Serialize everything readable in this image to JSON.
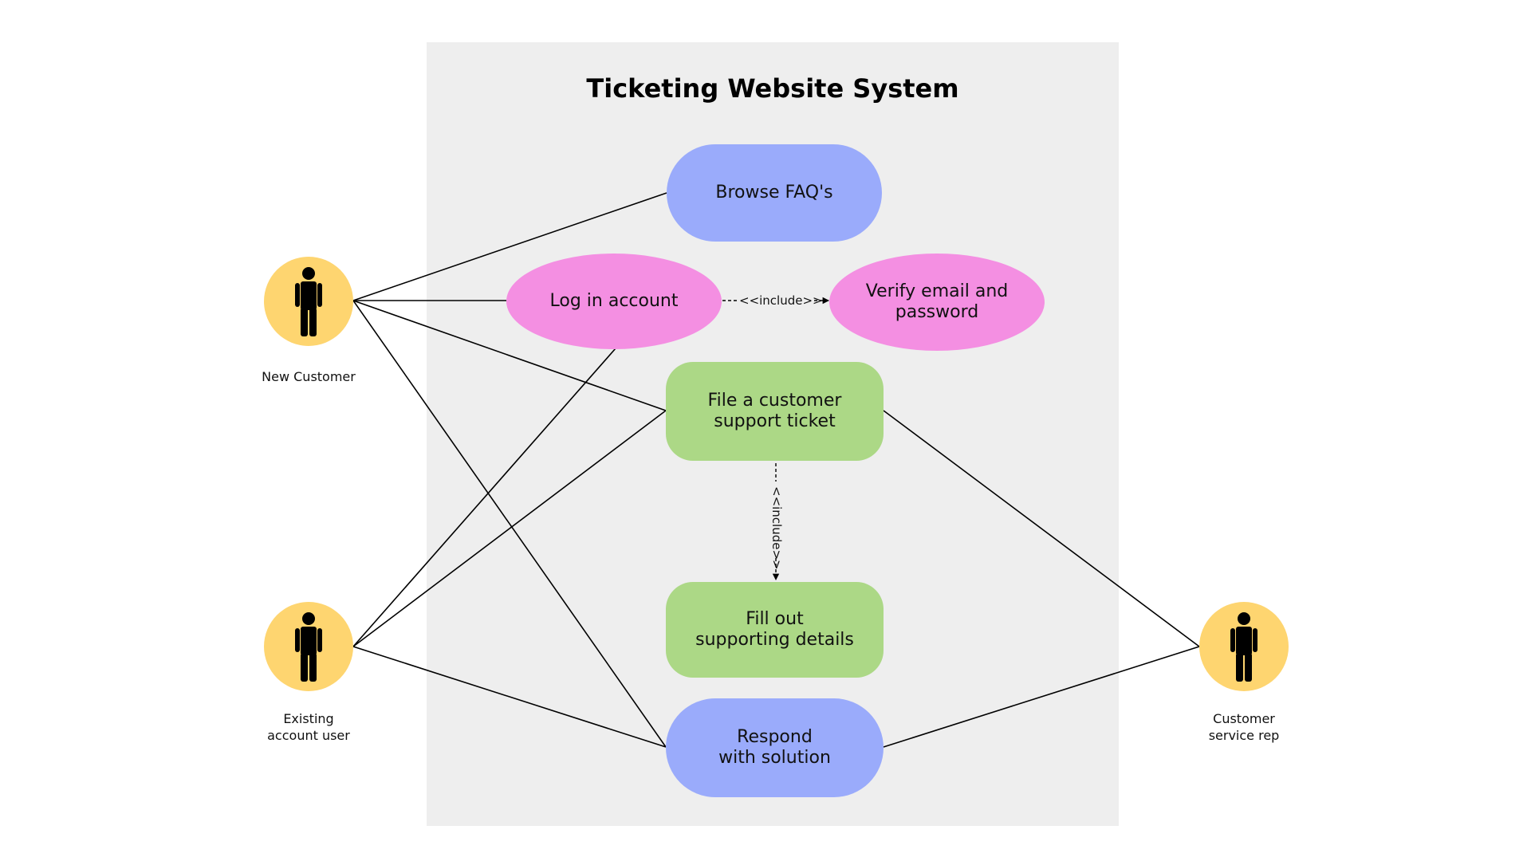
{
  "title": "Ticketing Website System",
  "colors": {
    "blue": "#9aabfb",
    "pink": "#f48fe2",
    "green": "#acd886",
    "actor": "#fed570",
    "system_box": "#eeeeee"
  },
  "use_cases": {
    "browse_faq": "Browse FAQ's",
    "log_in": "Log in account",
    "verify": "Verify email and\npassword",
    "file_ticket": "File a customer\nsupport ticket",
    "fill_details": "Fill out\nsupporting details",
    "respond": "Respond\nwith solution"
  },
  "actors": {
    "new_customer": "New Customer",
    "existing_user": "Existing\naccount user",
    "service_rep": "Customer\nservice rep"
  },
  "relations": {
    "include_horizontal": "<<include>>",
    "include_vertical": "<<include>>"
  }
}
